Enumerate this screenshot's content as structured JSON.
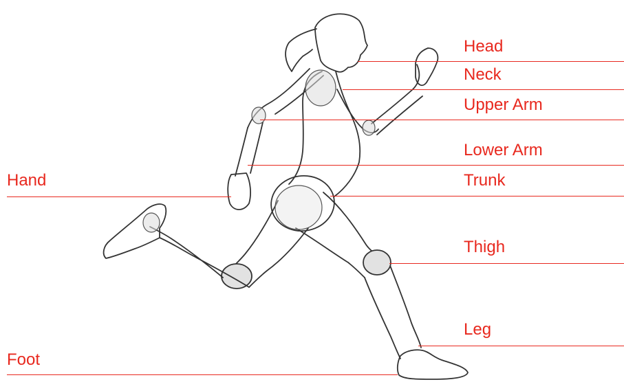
{
  "accent": "#e8281e",
  "figure": {
    "icon": "running-woman-outline-icon",
    "stroke": "#333333",
    "joint_fill": "#d8d8d8"
  },
  "labels": {
    "head": "Head",
    "neck": "Neck",
    "upper_arm": "Upper Arm",
    "lower_arm": "Lower Arm",
    "hand": "Hand",
    "trunk": "Trunk",
    "thigh": "Thigh",
    "leg": "Leg",
    "foot": "Foot"
  }
}
